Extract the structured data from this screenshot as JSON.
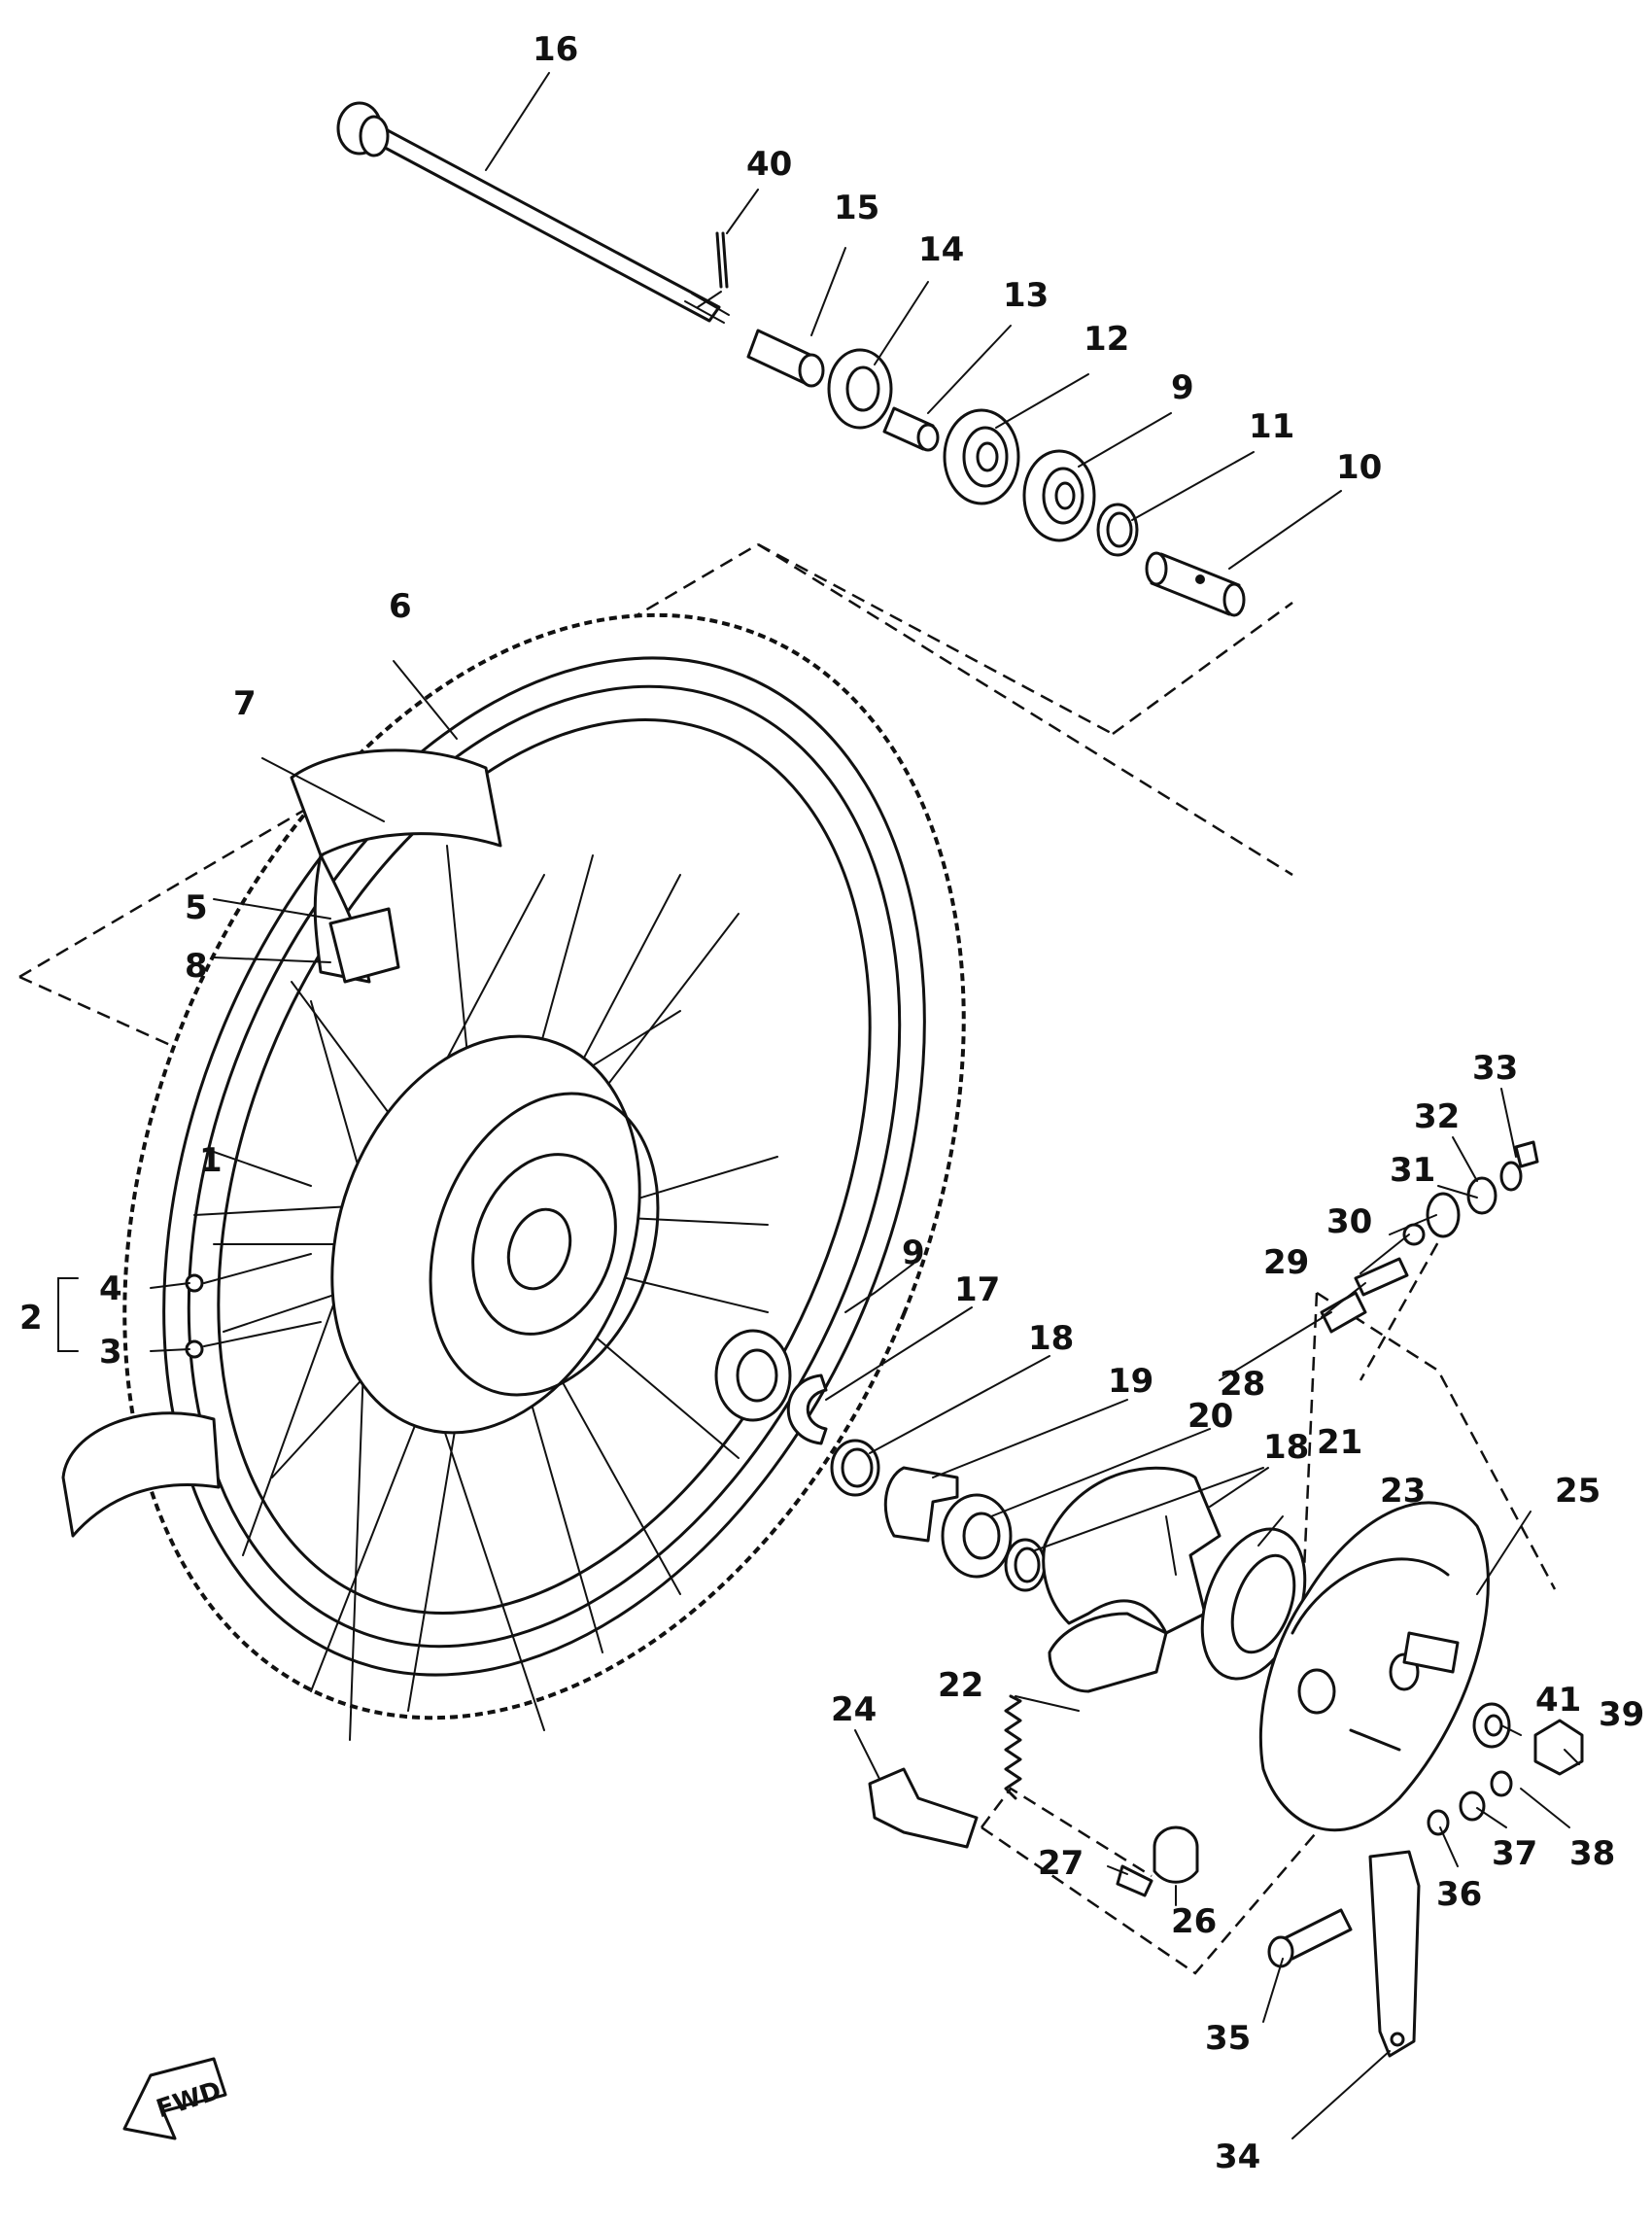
{
  "callouts": {
    "c1": "1",
    "c2": "2",
    "c3": "3",
    "c4": "4",
    "c5": "5",
    "c6": "6",
    "c7": "7",
    "c8": "8",
    "c9a": "9",
    "c9b": "9",
    "c10": "10",
    "c11": "11",
    "c12": "12",
    "c13": "13",
    "c14": "14",
    "c15": "15",
    "c16": "16",
    "c17": "17",
    "c18a": "18",
    "c18b": "18",
    "c19": "19",
    "c20": "20",
    "c21": "21",
    "c22": "22",
    "c23": "23",
    "c24": "24",
    "c25": "25",
    "c26": "26",
    "c27": "27",
    "c28": "28",
    "c29": "29",
    "c30": "30",
    "c31": "31",
    "c32": "32",
    "c33": "33",
    "c34": "34",
    "c35": "35",
    "c36": "36",
    "c37": "37",
    "c38": "38",
    "c39": "39",
    "c40": "40",
    "c41": "41"
  },
  "fwd_label": "FWD"
}
